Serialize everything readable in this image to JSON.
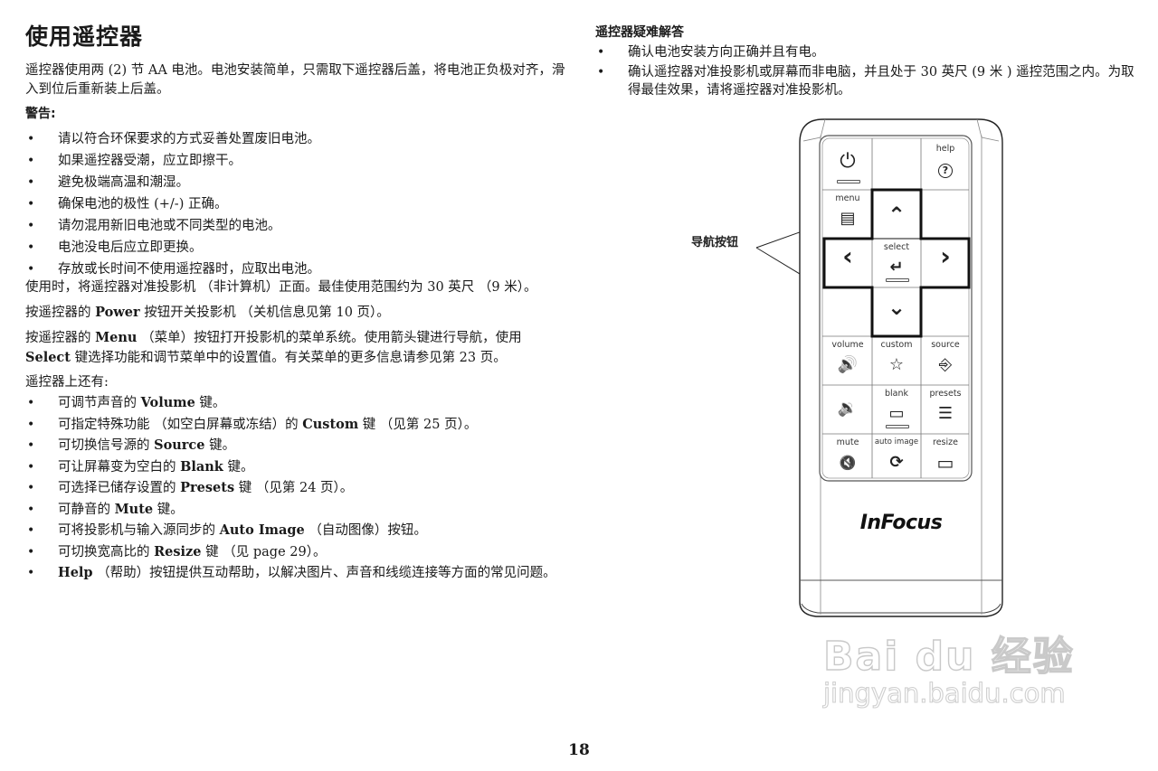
{
  "left": {
    "title": "使用遥控器",
    "intro": "遥控器使用两 (2) 节 AA 电池。电池安装简单，只需取下遥控器后盖，将电池正负极对齐，滑入到位后重新装上后盖。",
    "warning_heading": "警告:",
    "warnings": [
      "请以符合环保要求的方式妥善处置废旧电池。",
      "如果遥控器受潮，应立即擦干。",
      "避免极端高温和潮湿。",
      "确保电池的极性 (+/-) 正确。",
      "请勿混用新旧电池或不同类型的电池。",
      "电池没电后应立即更换。",
      "存放或长时间不使用遥控器时，应取出电池。"
    ],
    "usage": "使用时，将遥控器对准投影机 （非计算机）正面。最佳使用范围约为 30 英尺 （9 米）。",
    "power_para": {
      "pre": "按遥控器的 ",
      "bold": "Power",
      "post": " 按钮开关投影机 （关机信息见第  10 页）。"
    },
    "menu_para": {
      "pre": "按遥控器的 ",
      "bold1": "Menu",
      "mid": " （菜单）按钮打开投影机的菜单系统。使用箭头键进行导航，使用 ",
      "bold2": "Select",
      "post": " 键选择功能和调节菜单中的设置值。有关菜单的更多信息请参见第  23 页。"
    },
    "also_heading": "遥控器上还有:",
    "features": [
      {
        "pre": "可调节声音的 ",
        "bold": "Volume",
        "post": " 键。"
      },
      {
        "pre": "可指定特殊功能 （如空白屏幕或冻结）的 ",
        "bold": "Custom",
        "post": " 键 （见第  25 页）。"
      },
      {
        "pre": "可切换信号源的 ",
        "bold": "Source",
        "post": " 键。"
      },
      {
        "pre": "可让屏幕变为空白的 ",
        "bold": "Blank",
        "post": " 键。"
      },
      {
        "pre": "可选择已储存设置的 ",
        "bold": "Presets",
        "post": " 键 （见第  24 页）。"
      },
      {
        "pre": "可静音的 ",
        "bold": "Mute",
        "post": " 键。"
      },
      {
        "pre": "可将投影机与输入源同步的 ",
        "bold": "Auto Image",
        "post": " （自动图像）按钮。"
      },
      {
        "pre": "可切换宽高比的 ",
        "bold": "Resize",
        "post": " 键 （见 page 29）。"
      },
      {
        "pre": "",
        "bold": "Help",
        "post": " （帮助）按钮提供互动帮助，以解决图片、声音和线缆连接等方面的常见问题。"
      }
    ]
  },
  "right": {
    "heading": "遥控器疑难解答",
    "tips": [
      "确认电池安装方向正确并且有电。",
      "确认遥控器对准投影机或屏幕而非电脑，并且处于 30 英尺 (9 米 ) 遥控范围之内。为取得最佳效果，请将遥控器对准投影机。"
    ]
  },
  "remote": {
    "callout_label": "导航按钮",
    "brand": "InFocus",
    "keys": {
      "power": {
        "label": "",
        "icon": "⏻"
      },
      "help": {
        "label": "help",
        "icon": "?"
      },
      "menu": {
        "label": "menu",
        "icon": "▤"
      },
      "up": {
        "icon": "⌃"
      },
      "left": {
        "icon": "‹"
      },
      "select": {
        "label": "select",
        "icon": "↵"
      },
      "right": {
        "icon": "›"
      },
      "down": {
        "icon": "⌄"
      },
      "volume_up": {
        "label": "volume",
        "icon": "🔊"
      },
      "custom": {
        "label": "custom",
        "icon": "☆"
      },
      "source": {
        "label": "source",
        "icon": "⎆"
      },
      "volume_down": {
        "label": "",
        "icon": "🔉"
      },
      "blank": {
        "label": "blank",
        "icon": "▭"
      },
      "presets": {
        "label": "presets",
        "icon": "☰"
      },
      "mute": {
        "label": "mute",
        "icon": "🔇"
      },
      "auto_image": {
        "label": "auto image",
        "icon": "⟳"
      },
      "resize": {
        "label": "resize",
        "icon": "▭"
      }
    }
  },
  "watermark": {
    "brand": "Bai du 经验",
    "url": "jingyan.baidu.com"
  },
  "page_number": "18"
}
